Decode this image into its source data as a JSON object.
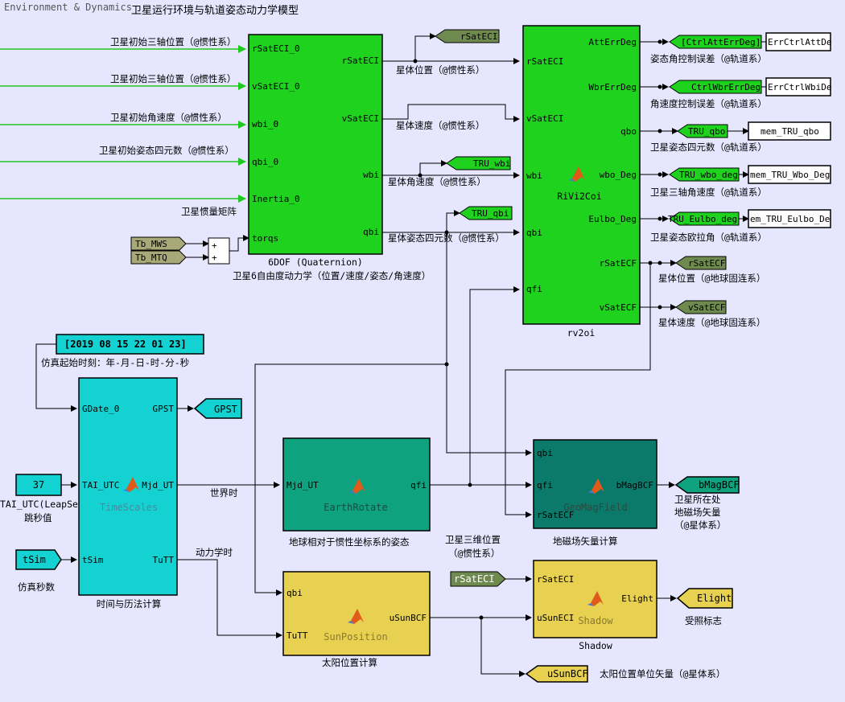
{
  "header": {
    "subsystem": "Environment & Dynamics",
    "title": "卫星运行环境与轨道姿态动力学模型"
  },
  "colors": {
    "background": "#e6e6ff",
    "dof_block": "#1ed21e",
    "time_block": "#14d2d2",
    "earth_block": "#0ea27e",
    "geomag_block": "#0c7a6a",
    "sun_block": "#e8d050",
    "goto_tag": "#6f8a4e",
    "input_signal": "#1ec81e"
  },
  "inputs": {
    "r_sat_eci": "卫星初始三轴位置（@惯性系）",
    "v_sat_eci": "卫星初始三轴位置（@惯性系）",
    "wbi": "卫星初始角速度（@惯性系）",
    "qbi": "卫星初始姿态四元数（@惯性系）",
    "inertia": "卫星惯量矩阵"
  },
  "from_tags": {
    "tb_mws": "Tb_MWS",
    "tb_mtq": "Tb_MTQ",
    "r_sat_eci_shadow": "rSatECI"
  },
  "sum_block": {
    "sign1": "+",
    "sign2": "+"
  },
  "dof": {
    "name": "6DOF (Quaternion)",
    "caption": "卫星6自由度动力学（位置/速度/姿态/角速度）",
    "in_ports": [
      "rSatECI_0",
      "vSatECI_0",
      "wbi_0",
      "qbi_0",
      "Inertia_0",
      "torqs"
    ],
    "out_ports": [
      "rSatECI",
      "vSatECI",
      "wbi",
      "qbi"
    ]
  },
  "signals": {
    "sat_pos": "星体位置（@惯性系）",
    "sat_vel": "星体速度（@惯性系）",
    "sat_ang_vel": "星体角速度（@惯性系）",
    "sat_quat": "星体姿态四元数（@惯性系）",
    "world_time": "世界时",
    "dyn_time": "动力学时",
    "sat_3d_pos": "卫星三维位置",
    "sat_3d_pos2": "（@惯性系）"
  },
  "goto_tags": {
    "rsateci": "rSatECI",
    "tru_wbi": "TRU_wbi",
    "tru_qbi": "TRU_qbi",
    "gpst": "GPST",
    "bmagbcf": "bMagBCF",
    "elight": "Elight",
    "usunbcf": "uSunBCF",
    "rsatecf": "rSatECF",
    "vsatecf": "vSatECF"
  },
  "rv2oi": {
    "name": "rv2oi",
    "function": "RiVi2Coi",
    "in_ports": [
      "rSatECI",
      "vSatECI",
      "wbi",
      "qbi",
      "qfi"
    ],
    "out_ports": [
      "AttErrDeg",
      "WbrErrDeg",
      "qbo",
      "wbo_Deg",
      "Eulbo_Deg",
      "rSatECF",
      "vSatECF"
    ]
  },
  "rv2oi_outputs": {
    "att_tag": "[CtrlAttErrDeg]",
    "wbr_tag": "CtrlWbrErrDeg",
    "qbo_tag": "TRU_qbo",
    "wbo_tag": "TRU_wbo_deg",
    "eul_tag": "TRU_Eulbo_deg",
    "att_ws": "ErrCtrlAttDe",
    "wbr_ws": "ErrCtrlWbiDe",
    "qbo_ws": "mem_TRU_qbo",
    "wbo_ws": "mem_TRU_Wbo_Deg",
    "eul_ws": "em_TRU_Eulbo_De",
    "att_label": "姿态角控制误差（@轨道系）",
    "wbr_label": "角速度控制误差（@轨道系）",
    "qbo_label": "卫星姿态四元数（@轨道系）",
    "wbo_label": "卫星三轴角速度（@轨道系）",
    "eul_label": "卫星姿态欧拉角（@轨道系）",
    "recf_label": "星体位置（@地球固连系）",
    "vecf_label": "星体速度（@地球固连系）"
  },
  "time": {
    "date_value": "[2019 08 15 22 01 23]",
    "date_label": "仿真起始时刻：年-月-日-时-分-秒",
    "leap_value": "37",
    "leap_label1": "TAI_UTC(LeapSec)",
    "leap_label2": "跳秒值",
    "tsim_value": "tSim",
    "tsim_label": "仿真秒数",
    "block_name": "TimeScales",
    "caption": "时间与历法计算",
    "in_ports": [
      "GDate_0",
      "TAI_UTC",
      "tSim"
    ],
    "out_ports": [
      "GPST",
      "Mjd_UT",
      "TuTT"
    ]
  },
  "earth": {
    "name": "EarthRotate",
    "caption": "地球相对于惯性坐标系的姿态",
    "in_port": "Mjd_UT",
    "out_port": "qfi"
  },
  "geomag": {
    "name": "GeoMagField",
    "caption": "地磁场矢量计算",
    "in_ports": [
      "qbi",
      "qfi",
      "rSatECF"
    ],
    "out_port": "bMagBCF",
    "out_label1": "卫星所在处",
    "out_label2": "地磁场矢量",
    "out_label3": "（@星体系）"
  },
  "sun": {
    "name": "SunPosition",
    "caption": "太阳位置计算",
    "in_ports": [
      "qbi",
      "TuTT"
    ],
    "out_port": "uSunBCF",
    "out_label": "太阳位置单位矢量（@星体系）"
  },
  "shadow": {
    "name": "Shadow",
    "caption": "Shadow",
    "in_ports": [
      "rSatECI",
      "uSunECI"
    ],
    "out_port": "Elight",
    "out_label": "受照标志"
  }
}
